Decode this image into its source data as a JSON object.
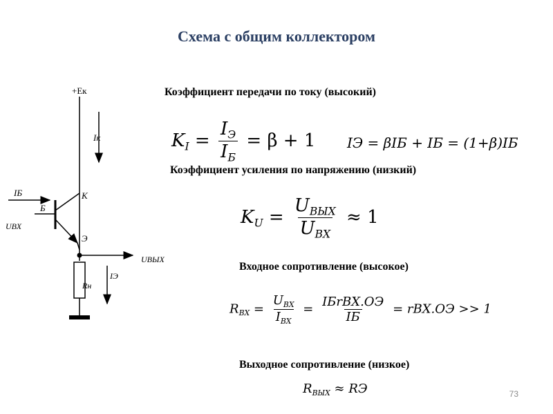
{
  "title": "Схема с общим коллектором",
  "circuit": {
    "supply_label": "+Eк",
    "collector_current": "Iк",
    "base_current": "IБ",
    "base_terminal": "Б",
    "collector_terminal": "К",
    "emitter_terminal": "Э",
    "input_voltage": "UВХ",
    "output_voltage": "UВЫХ",
    "load_resistor": "Rн",
    "emitter_current": "IЭ"
  },
  "sections": {
    "current_gain": {
      "heading": "Коэффициент передачи по току (высокий)",
      "f1_lhs": "K",
      "f1_lhs_sub": "I",
      "f1_num": "I",
      "f1_num_sub": "Э",
      "f1_den": "I",
      "f1_den_sub": "Б",
      "f1_rhs": "= β + 1",
      "f2_text": "IЭ = βIБ + IБ = (1+β)IБ"
    },
    "voltage_gain": {
      "heading": "Коэффициент усиления по напряжению (низкий)",
      "lhs": "K",
      "lhs_sub": "U",
      "num": "U",
      "num_sub": "ВЫХ",
      "den": "U",
      "den_sub": "ВХ",
      "rhs": "≈ 1"
    },
    "input_resistance": {
      "heading": "Входное сопротивление (высокое)",
      "lhs": "R",
      "lhs_sub": "ВХ",
      "f1_num": "U",
      "f1_num_sub": "ВХ",
      "f1_den": "I",
      "f1_den_sub": "ВХ",
      "f2_num": "IБrВХ.ОЭ",
      "f2_den": "IБ",
      "rhs": "= rВХ.ОЭ >> 1"
    },
    "output_resistance": {
      "heading": "Выходное сопротивление (низкое)",
      "lhs": "R",
      "lhs_sub": "ВЫХ",
      "rhs": "≈ RЭ"
    }
  },
  "page_number": "73"
}
